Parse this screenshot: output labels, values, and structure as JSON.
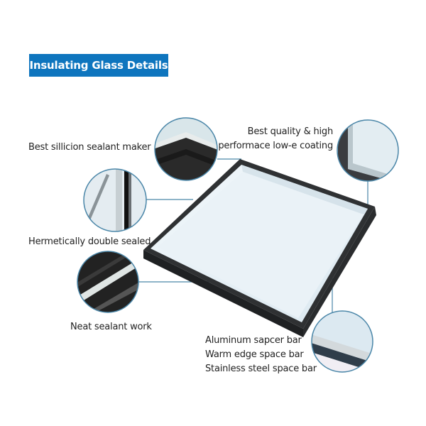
{
  "header": {
    "title": "Insulating Glass Details"
  },
  "colors": {
    "banner": "#0e75be",
    "callout_line": "#4a86a8",
    "frame": "#2b2d2f",
    "glass": "#e8f1f6"
  },
  "callouts": [
    {
      "id": "sealant-maker",
      "text": "Best sillicion sealant maker"
    },
    {
      "id": "low-e-coating",
      "lines": [
        "Best quality & high",
        "performace low-e coating"
      ]
    },
    {
      "id": "double-sealed",
      "text": "Hermetically double sealed"
    },
    {
      "id": "neat-sealant",
      "text": "Neat sealant work"
    },
    {
      "id": "spacer-bar",
      "lines": [
        "Aluminum sapcer bar",
        "Warm edge space bar",
        "Stainless steel space bar"
      ]
    }
  ]
}
